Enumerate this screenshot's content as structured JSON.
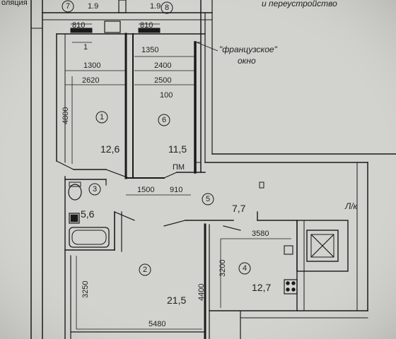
{
  "header": {
    "left_text": "оляция",
    "right_text": "и переустройство"
  },
  "window_note": {
    "line1": "\"французское\"",
    "line2": "окно"
  },
  "shaft_label": "Л/к",
  "pm_label": "ПМ",
  "marker_1": "1",
  "rooms": [
    {
      "number": "1",
      "area": "12,6"
    },
    {
      "number": "2",
      "area": "21,5"
    },
    {
      "number": "3",
      "area": "5,6"
    },
    {
      "number": "4",
      "area": "12,7"
    },
    {
      "number": "5",
      "area": "7,7"
    },
    {
      "number": "6",
      "area": "11,5"
    },
    {
      "number": "7",
      "area": ""
    },
    {
      "number": "8",
      "area": ""
    }
  ],
  "dimensions": {
    "d_19a": "1.9",
    "d_19b": "1.9",
    "d_810a": "810",
    "d_810b": "810",
    "d_1300": "1300",
    "d_1350": "1350",
    "d_2400": "2400",
    "d_2620": "2620",
    "d_2500": "2500",
    "d_100": "100",
    "d_4800": "4800",
    "d_1500": "1500",
    "d_910": "910",
    "d_3580": "3580",
    "d_3200": "3200",
    "d_3250": "3250",
    "d_4400": "4400",
    "d_5480": "5480"
  }
}
